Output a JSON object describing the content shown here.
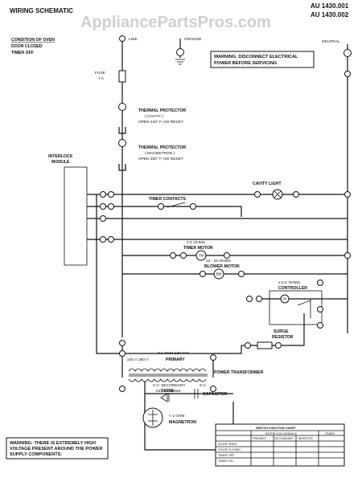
{
  "watermark": "AppliancePartsPros.com",
  "header": {
    "title": "WIRING SCHEMATIC",
    "model_1": "AU 1430.001",
    "model_2": "AU 1430.002"
  },
  "condition": {
    "line1": "CONDITION OF OVEN",
    "line2": "DOOR CLOSED",
    "line3": "TIMER OFF"
  },
  "terminals": {
    "line": "LINE",
    "ground": "GROUND",
    "neutral": "NEUTRAL"
  },
  "warning_top": {
    "line1": "WARNING: DISCONNECT ELECTRICAL",
    "line2": "POWER BEFORE SERVICING"
  },
  "components": {
    "fuse": "FUSE",
    "fuse_rating": "7 A",
    "tp_cavity_1": "THERMAL PROTECTOR",
    "tp_cavity_2": "( CAVITY )",
    "tp_cavity_3": "OPEN 243° F, NO RESET",
    "tp_mag_1": "THERMAL PROTECTOR",
    "tp_mag_2": "( MAGNETRON )",
    "tp_mag_3": "OPEN 300° F, NO RESET",
    "interlock_1": "INTERLOCK",
    "interlock_2": "MODULE",
    "cavity_light": "CAVITY LIGHT",
    "timer_contacts": "TIMER CONTACTS",
    "timer_motor_ohms": "2 K OHMS",
    "timer_motor": "TIMER MOTOR",
    "blower_ohms": "12 - 15 OHMS",
    "blower_motor": "BLOWER MOTOR",
    "controller_ohms": "2.5 K OHMS",
    "controller": "CONTROLLER",
    "surge_1": "SURGE",
    "surge_2": "RESISTOR",
    "primary_ohms": "0.1 OHM 120 VAC",
    "primary": "PRIMARY",
    "hv_secondary": "H.V. SECONDARY",
    "hv_ohms": "54 - 64 OHMS",
    "power_transformer": "POWER TRANSFORMER",
    "diode": "DIODE",
    "capacitor": "CAPACITOR",
    "magnetron_ohms": "< 1 OHM",
    "magnetron": "MAGNETRON",
    "v240": "240 V",
    "v250": "250 V",
    "sec_label": "S.C."
  },
  "switch_chart": {
    "title": "SWITCH FUNCTION CHART",
    "col_1": "INTERLOCK MODULE",
    "col_2": "TIMER",
    "sub_1": "PRIMARY",
    "sub_2": "SECONDARY",
    "sub_3": "MONITOR",
    "rows": [
      "DOOR OPEN",
      "DOOR CLOSED",
      "TIMER OFF",
      "TIMER ON"
    ]
  },
  "warning_bottom": {
    "line1": "WARNING: THERE IS EXTREMELY HIGH",
    "line2": "VOLTAGE PRESENT AROUND THE POWER",
    "line3": "SUPPLY COMPONENTS."
  }
}
